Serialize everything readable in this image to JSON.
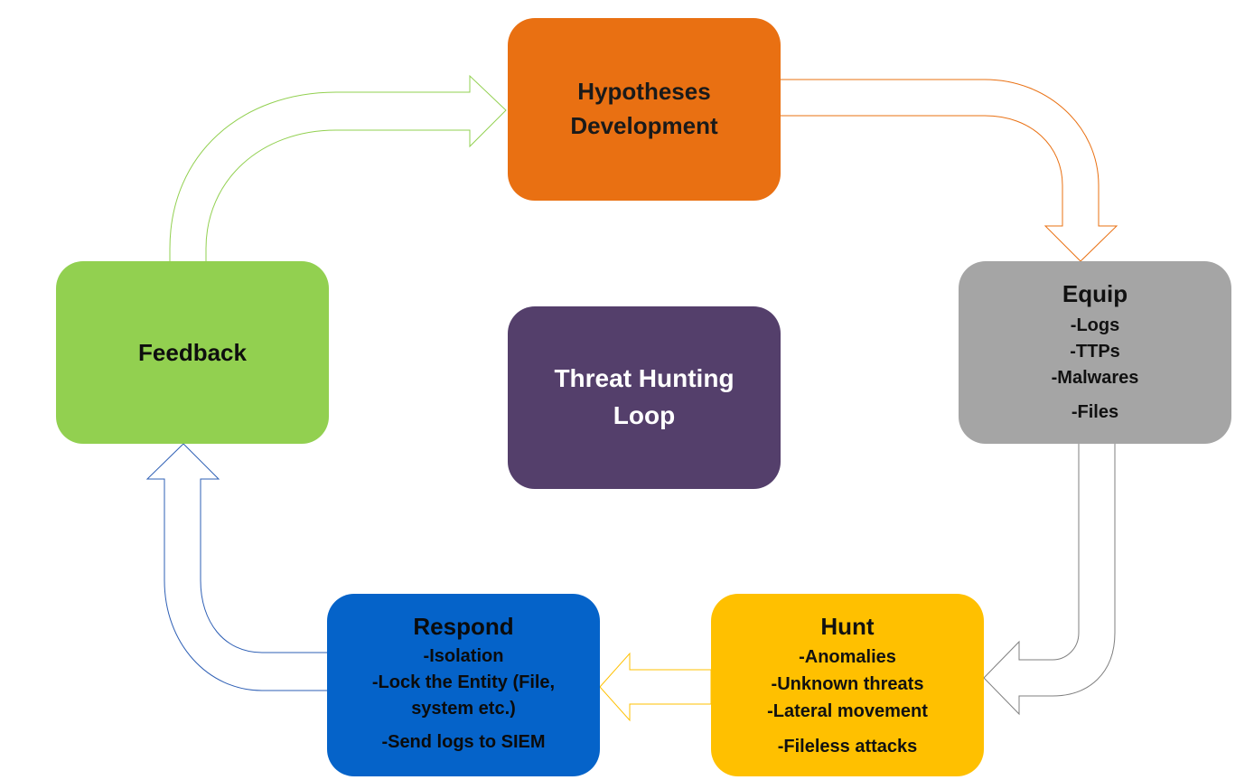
{
  "diagram": {
    "center": {
      "line1": "Threat Hunting",
      "line2": "Loop",
      "color": "#543F6B"
    },
    "nodes": {
      "hypotheses": {
        "line1": "Hypotheses",
        "line2": "Development",
        "color": "#E97012"
      },
      "equip": {
        "title": "Equip",
        "items": [
          "-Logs",
          "-TTPs",
          "-Malwares",
          "-Files"
        ],
        "color": "#A5A5A5"
      },
      "hunt": {
        "title": "Hunt",
        "items": [
          "-Anomalies",
          "-Unknown threats",
          "-Lateral movement",
          "-Fileless attacks"
        ],
        "color": "#FFC000"
      },
      "respond": {
        "title": "Respond",
        "items": [
          "-Isolation",
          "-Lock the Entity (File,",
          "system etc.)",
          "-Send logs to SIEM"
        ],
        "color": "#0563C9"
      },
      "feedback": {
        "title": "Feedback",
        "color": "#92D050"
      }
    },
    "edges": [
      {
        "from": "feedback",
        "to": "hypotheses",
        "color": "#92D050"
      },
      {
        "from": "hypotheses",
        "to": "equip",
        "color": "#E97012"
      },
      {
        "from": "equip",
        "to": "hunt",
        "color": "#7F7F7F"
      },
      {
        "from": "hunt",
        "to": "respond",
        "color": "#FFC000"
      },
      {
        "from": "respond",
        "to": "feedback",
        "color": "#2E5FB5"
      }
    ]
  }
}
